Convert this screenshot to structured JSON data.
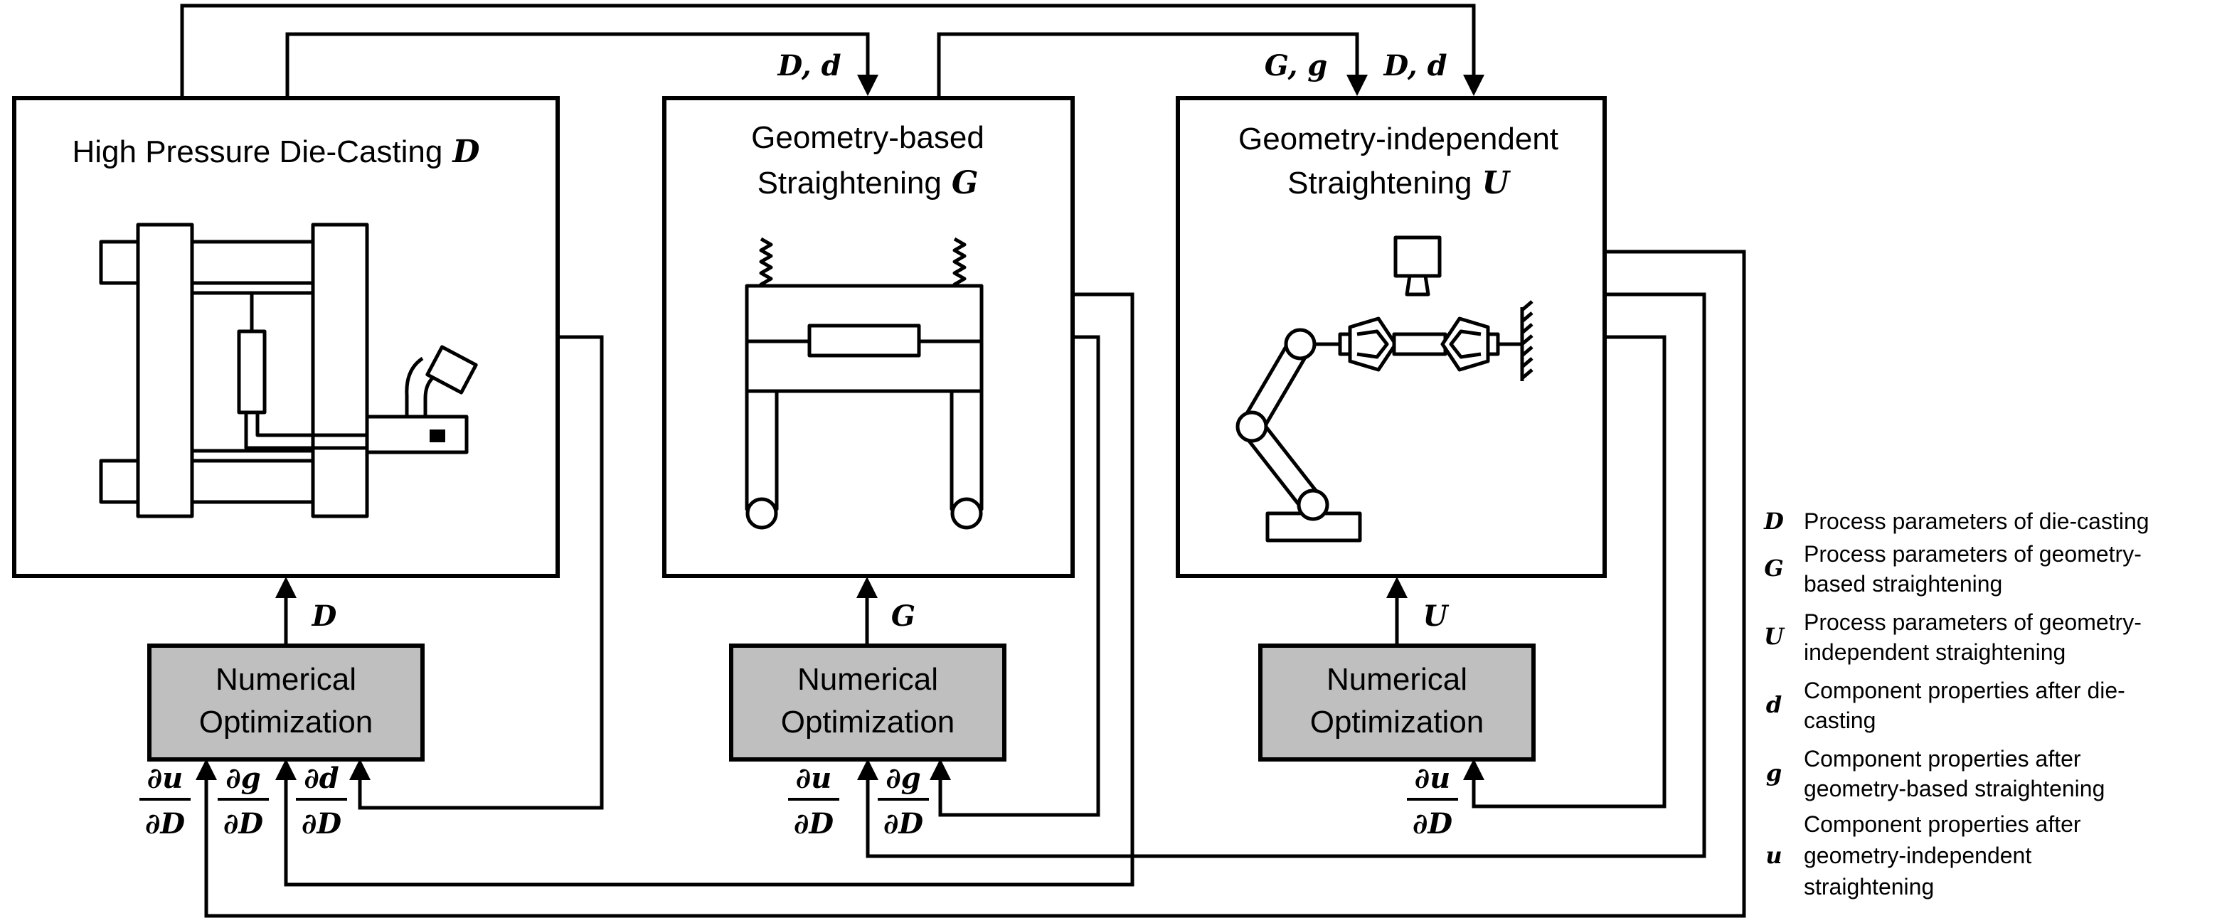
{
  "colors": {
    "line": "#000000",
    "optimizer_fill": "#bfbfbf",
    "background": "#ffffff"
  },
  "processes": {
    "die_casting": {
      "title": "High Pressure Die-Casting",
      "symbol": "D"
    },
    "geometry_based": {
      "title_line1": "Geometry-based",
      "title_line2": "Straightening",
      "symbol": "G"
    },
    "geometry_independent": {
      "title_line1": "Geometry-independent",
      "title_line2": "Straightening",
      "symbol": "U"
    }
  },
  "optimizers": [
    {
      "line1": "Numerical",
      "line2": "Optimization",
      "output_symbol": "D",
      "gradients": [
        {
          "num": "∂u",
          "den": "∂D"
        },
        {
          "num": "∂g",
          "den": "∂D"
        },
        {
          "num": "∂d",
          "den": "∂D"
        }
      ]
    },
    {
      "line1": "Numerical",
      "line2": "Optimization",
      "output_symbol": "G",
      "gradients": [
        {
          "num": "∂u",
          "den": "∂D"
        },
        {
          "num": "∂g",
          "den": "∂D"
        }
      ]
    },
    {
      "line1": "Numerical",
      "line2": "Optimization",
      "output_symbol": "U",
      "gradients": [
        {
          "num": "∂u",
          "den": "∂D"
        }
      ]
    }
  ],
  "flow_labels": {
    "into_geometry_based": "D, d",
    "into_geometry_independent_a": "G, g",
    "into_geometry_independent_b": "D, d"
  },
  "legend": [
    {
      "symbol": "D",
      "lines": [
        "Process parameters of die-casting"
      ]
    },
    {
      "symbol": "G",
      "lines": [
        "Process parameters of geometry-",
        "based straightening"
      ]
    },
    {
      "symbol": "U",
      "lines": [
        "Process parameters of geometry-",
        "independent straightening"
      ]
    },
    {
      "symbol": "d",
      "lines": [
        "Component properties after die-",
        "casting"
      ]
    },
    {
      "symbol": "g",
      "lines": [
        "Component properties after",
        "geometry-based straightening"
      ]
    },
    {
      "symbol": "u",
      "lines": [
        "Component properties after",
        "geometry-independent",
        "straightening"
      ]
    }
  ]
}
